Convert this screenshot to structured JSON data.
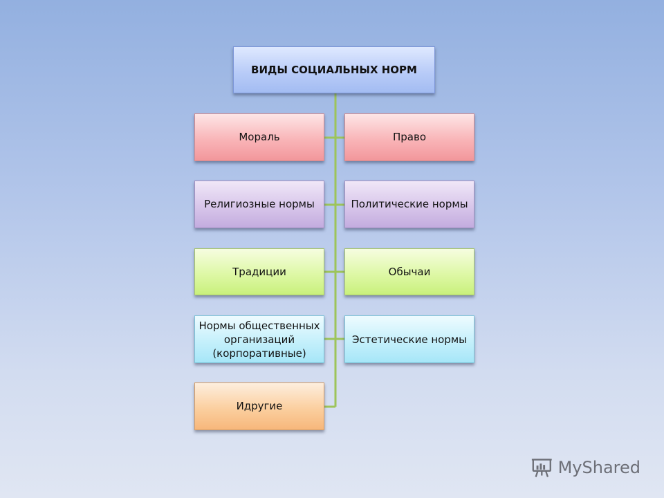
{
  "diagram": {
    "title": "ВИДЫ СОЦИАЛЬНЫХ НОРМ",
    "left": [
      "Мораль",
      "Религиозные нормы",
      "Традиции",
      "Нормы общественных организаций (корпоративные)",
      "Идругие"
    ],
    "right": [
      "Право",
      "Политические нормы",
      "Обычаи",
      "Эстетические нормы"
    ],
    "connector_color": "#9dc45a"
  },
  "watermark": {
    "text": "MyShared",
    "icon": "presentation-board-icon"
  }
}
